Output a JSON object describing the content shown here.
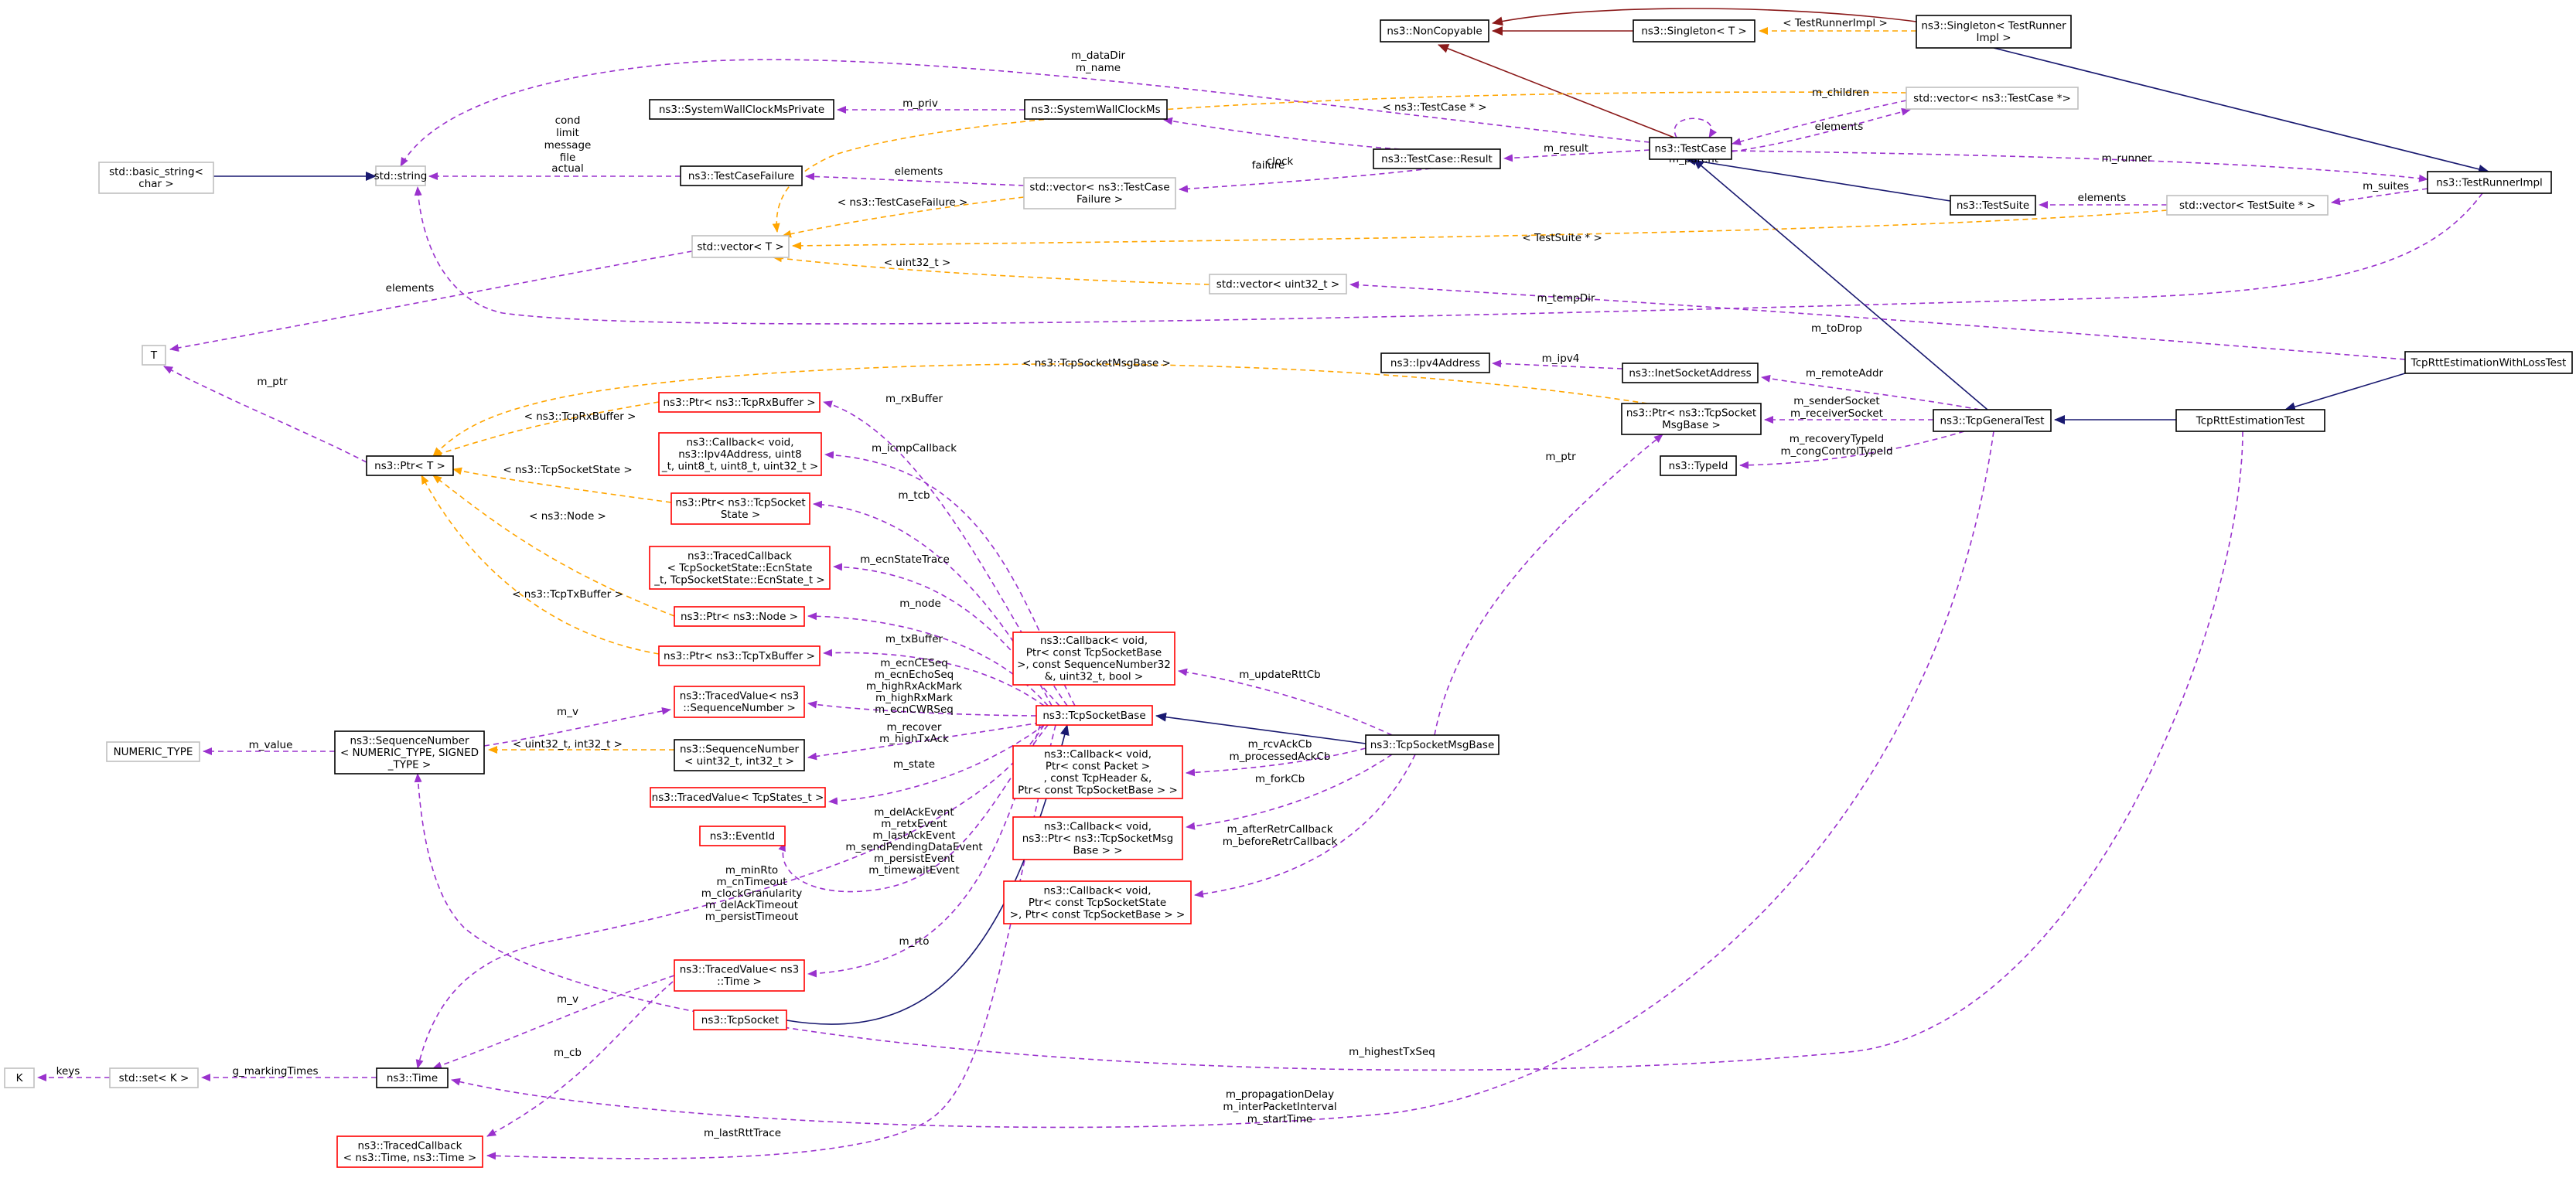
{
  "colors": {
    "normal_border": "#000000",
    "undocumented_border": "#bfbfbf",
    "truncated_border": "#ff0000",
    "focus_fill": "#bfbfbf",
    "inherit_edge": "#191970",
    "private_inherit_edge": "#8b1a1a",
    "usage_edge": "#9a32cd",
    "template_edge": "#ffa500"
  },
  "nodes": [
    {
      "id": "noncopyable",
      "lines": [
        "ns3::NonCopyable"
      ],
      "style": "normal"
    },
    {
      "id": "singleton_t",
      "lines": [
        "ns3::Singleton< T >"
      ],
      "style": "normal"
    },
    {
      "id": "singleton_runner",
      "lines": [
        "ns3::Singleton< TestRunner",
        "Impl >"
      ],
      "style": "normal"
    },
    {
      "id": "sysclock_private",
      "lines": [
        "ns3::SystemWallClockMsPrivate"
      ],
      "style": "normal"
    },
    {
      "id": "sysclock",
      "lines": [
        "ns3::SystemWallClockMs"
      ],
      "style": "normal"
    },
    {
      "id": "vector_testcase",
      "lines": [
        "std::vector< ns3::TestCase *>"
      ],
      "style": "undocumented"
    },
    {
      "id": "basic_string",
      "lines": [
        "std::basic_string<",
        "char >"
      ],
      "style": "undocumented"
    },
    {
      "id": "std_string",
      "lines": [
        "std::string"
      ],
      "style": "undocumented"
    },
    {
      "id": "testcasefailure",
      "lines": [
        "ns3::TestCaseFailure"
      ],
      "style": "normal"
    },
    {
      "id": "testcase_result",
      "lines": [
        "ns3::TestCase::Result"
      ],
      "style": "normal"
    },
    {
      "id": "testcase",
      "lines": [
        "ns3::TestCase"
      ],
      "style": "normal"
    },
    {
      "id": "vector_failure",
      "lines": [
        "std::vector< ns3::TestCase",
        "Failure >"
      ],
      "style": "undocumented"
    },
    {
      "id": "vector_t",
      "lines": [
        "std::vector< T >"
      ],
      "style": "undocumented"
    },
    {
      "id": "testsuite",
      "lines": [
        "ns3::TestSuite"
      ],
      "style": "normal"
    },
    {
      "id": "vector_testsuite",
      "lines": [
        "std::vector< TestSuite * >"
      ],
      "style": "undocumented"
    },
    {
      "id": "testrunnerimpl",
      "lines": [
        "ns3::TestRunnerImpl"
      ],
      "style": "normal"
    },
    {
      "id": "vector_uint32",
      "lines": [
        "std::vector< uint32_t >"
      ],
      "style": "undocumented"
    },
    {
      "id": "type_t",
      "lines": [
        "T"
      ],
      "style": "undocumented"
    },
    {
      "id": "ipv4address",
      "lines": [
        "ns3::Ipv4Address"
      ],
      "style": "normal"
    },
    {
      "id": "inetsocketaddress",
      "lines": [
        "ns3::InetSocketAddress"
      ],
      "style": "normal"
    },
    {
      "id": "ptr_msgbase",
      "lines": [
        "ns3::Ptr< ns3::TcpSocket",
        "MsgBase >"
      ],
      "style": "normal"
    },
    {
      "id": "tcpgeneraltest",
      "lines": [
        "ns3::TcpGeneralTest"
      ],
      "style": "normal"
    },
    {
      "id": "rttest",
      "lines": [
        "TcpRttEstimationTest"
      ],
      "style": "normal"
    },
    {
      "id": "rttlosstest",
      "lines": [
        "TcpRttEstimationWithLossTest"
      ],
      "style": "focus"
    },
    {
      "id": "typeid",
      "lines": [
        "ns3::TypeId"
      ],
      "style": "normal"
    },
    {
      "id": "ptr_t",
      "lines": [
        "ns3::Ptr< T >"
      ],
      "style": "normal"
    },
    {
      "id": "ptr_rxbuffer",
      "lines": [
        "ns3::Ptr< ns3::TcpRxBuffer >"
      ],
      "style": "truncated"
    },
    {
      "id": "icmp_cb",
      "lines": [
        "ns3::Callback< void,",
        "ns3::Ipv4Address, uint8",
        "_t, uint8_t, uint8_t, uint32_t >"
      ],
      "style": "truncated"
    },
    {
      "id": "ptr_sockstate",
      "lines": [
        "ns3::Ptr< ns3::TcpSocket",
        "State >"
      ],
      "style": "truncated"
    },
    {
      "id": "traced_ecn",
      "lines": [
        "ns3::TracedCallback",
        "< TcpSocketState::EcnState",
        "_t, TcpSocketState::EcnState_t >"
      ],
      "style": "truncated"
    },
    {
      "id": "ptr_node",
      "lines": [
        "ns3::Ptr< ns3::Node >"
      ],
      "style": "truncated"
    },
    {
      "id": "ptr_txbuffer",
      "lines": [
        "ns3::Ptr< ns3::TcpTxBuffer >"
      ],
      "style": "truncated"
    },
    {
      "id": "cb_updatertt",
      "lines": [
        "ns3::Callback< void,",
        "Ptr< const TcpSocketBase",
        ">, const SequenceNumber32",
        "&, uint32_t, bool >"
      ],
      "style": "truncated"
    },
    {
      "id": "traced_seqnum",
      "lines": [
        "ns3::TracedValue< ns3",
        "::SequenceNumber >"
      ],
      "style": "truncated"
    },
    {
      "id": "tcpsocketbase",
      "lines": [
        "ns3::TcpSocketBase"
      ],
      "style": "truncated"
    },
    {
      "id": "numeric_type",
      "lines": [
        "NUMERIC_TYPE"
      ],
      "style": "undocumented"
    },
    {
      "id": "seqnum_generic",
      "lines": [
        "ns3::SequenceNumber",
        "< NUMERIC_TYPE, SIGNED",
        "_TYPE >"
      ],
      "style": "normal"
    },
    {
      "id": "seqnum_uint",
      "lines": [
        "ns3::SequenceNumber",
        "< uint32_t, int32_t >"
      ],
      "style": "normal"
    },
    {
      "id": "tcpsocketmsgbase",
      "lines": [
        "ns3::TcpSocketMsgBase"
      ],
      "style": "normal"
    },
    {
      "id": "cb_packet",
      "lines": [
        "ns3::Callback< void,",
        "Ptr< const Packet >",
        ", const TcpHeader &,",
        "Ptr< const TcpSocketBase > >"
      ],
      "style": "truncated"
    },
    {
      "id": "traced_states",
      "lines": [
        "ns3::TracedValue< TcpStates_t >"
      ],
      "style": "truncated"
    },
    {
      "id": "eventid",
      "lines": [
        "ns3::EventId"
      ],
      "style": "truncated"
    },
    {
      "id": "cb_fork",
      "lines": [
        "ns3::Callback< void,",
        "ns3::Ptr< ns3::TcpSocketMsg",
        "Base > >"
      ],
      "style": "truncated"
    },
    {
      "id": "cb_retr",
      "lines": [
        "ns3::Callback< void,",
        "Ptr< const TcpSocketState",
        ">, Ptr< const TcpSocketBase > >"
      ],
      "style": "truncated"
    },
    {
      "id": "traced_time",
      "lines": [
        "ns3::TracedValue< ns3",
        "::Time >"
      ],
      "style": "truncated"
    },
    {
      "id": "tcpsocket",
      "lines": [
        "ns3::TcpSocket"
      ],
      "style": "truncated"
    },
    {
      "id": "type_k",
      "lines": [
        "K"
      ],
      "style": "undocumented"
    },
    {
      "id": "set_k",
      "lines": [
        "std::set< K >"
      ],
      "style": "undocumented"
    },
    {
      "id": "time",
      "lines": [
        "ns3::Time"
      ],
      "style": "normal"
    },
    {
      "id": "traced_cb_time",
      "lines": [
        "ns3::TracedCallback",
        "< ns3::Time, ns3::Time >"
      ],
      "style": "truncated"
    }
  ],
  "edges": [
    {
      "id": "e_singleton_t_noncopyable",
      "kind": "private_inherit",
      "lines": []
    },
    {
      "id": "e_singletonrunner_noncopyable",
      "kind": "private_inherit",
      "lines": []
    },
    {
      "id": "e_singletont_singletonrunner",
      "kind": "template",
      "lines": [
        "< TestRunnerImpl >"
      ]
    },
    {
      "id": "e_testcase_noncopyable",
      "kind": "private_inherit",
      "lines": []
    },
    {
      "id": "e_singletonrunner_runnerimpl",
      "kind": "inherit",
      "lines": []
    },
    {
      "id": "e_basicstring_stdstring",
      "kind": "inherit",
      "lines": []
    },
    {
      "id": "e_sysclockpriv_sysclock",
      "kind": "usage",
      "lines": [
        "m_priv"
      ]
    },
    {
      "id": "e_sysclock_result",
      "kind": "usage",
      "lines": [
        "clock"
      ]
    },
    {
      "id": "e_result_testcase",
      "kind": "usage",
      "lines": [
        "m_result"
      ]
    },
    {
      "id": "e_stdstring_testcase",
      "kind": "usage",
      "lines": [
        "m_dataDir",
        "m_name"
      ]
    },
    {
      "id": "e_testcase_parent",
      "kind": "usage",
      "lines": [
        "m_parent"
      ]
    },
    {
      "id": "e_vectortestcase_testcase",
      "kind": "usage",
      "lines": [
        "m_children"
      ]
    },
    {
      "id": "e_testcase_vectortestcase",
      "kind": "usage",
      "lines": [
        "elements"
      ]
    },
    {
      "id": "e_vectort_vectortestcase",
      "kind": "template",
      "lines": [
        "< ns3::TestCase * >"
      ]
    },
    {
      "id": "e_stdstring_failure",
      "kind": "usage",
      "lines": [
        "cond",
        "limit",
        "message",
        "file",
        "actual"
      ]
    },
    {
      "id": "e_failure_vectorfailure",
      "kind": "usage",
      "lines": [
        "elements"
      ]
    },
    {
      "id": "e_vectorfailure_result",
      "kind": "usage",
      "lines": [
        "failure"
      ]
    },
    {
      "id": "e_vectort_vectorfailure",
      "kind": "template",
      "lines": [
        "< ns3::TestCaseFailure >"
      ]
    },
    {
      "id": "e_testcase_runnerimpl",
      "kind": "usage",
      "lines": [
        "m_runner"
      ]
    },
    {
      "id": "e_testcase_testsuite",
      "kind": "inherit",
      "lines": []
    },
    {
      "id": "e_testsuite_vectortestsuite",
      "kind": "usage",
      "lines": [
        "elements"
      ]
    },
    {
      "id": "e_vectortestsuite_runnerimpl",
      "kind": "usage",
      "lines": [
        "m_suites"
      ]
    },
    {
      "id": "e_vectort_vectortestsuite",
      "kind": "template",
      "lines": [
        "< TestSuite * >"
      ]
    },
    {
      "id": "e_vectort_vectoruint",
      "kind": "template",
      "lines": [
        "< uint32_t >"
      ]
    },
    {
      "id": "e_stdstring_runnerimpl",
      "kind": "usage",
      "lines": [
        "m_tempDir"
      ]
    },
    {
      "id": "e_t_vectort",
      "kind": "usage",
      "lines": [
        "elements"
      ]
    },
    {
      "id": "e_vectoruint_lossTest",
      "kind": "usage",
      "lines": [
        "m_toDrop"
      ]
    },
    {
      "id": "e_t_ptrt",
      "kind": "usage",
      "lines": [
        "m_ptr"
      ]
    },
    {
      "id": "e_ipv4_inet",
      "kind": "usage",
      "lines": [
        "m_ipv4"
      ]
    },
    {
      "id": "e_inet_general",
      "kind": "usage",
      "lines": [
        "m_remoteAddr"
      ]
    },
    {
      "id": "e_ptrmsgbase_general",
      "kind": "usage",
      "lines": [
        "m_senderSocket",
        "m_receiverSocket"
      ]
    },
    {
      "id": "e_typeid_general",
      "kind": "usage",
      "lines": [
        "m_recoveryTypeId",
        "m_congControlTypeId"
      ]
    },
    {
      "id": "e_testcase_general",
      "kind": "inherit",
      "lines": []
    },
    {
      "id": "e_general_rttest",
      "kind": "inherit",
      "lines": []
    },
    {
      "id": "e_rttest_losstest",
      "kind": "inherit",
      "lines": []
    },
    {
      "id": "e_ptrt_ptrmsgbase",
      "kind": "template",
      "lines": [
        "< ns3::TcpSocketMsgBase >"
      ]
    },
    {
      "id": "e_msgbase_ptrmsgbase",
      "kind": "usage",
      "lines": [
        "m_ptr"
      ]
    },
    {
      "id": "e_ptrt_rxbuffer",
      "kind": "template",
      "lines": [
        "< ns3::TcpRxBuffer >"
      ]
    },
    {
      "id": "e_ptrt_sockstate",
      "kind": "template",
      "lines": [
        "< ns3::TcpSocketState >"
      ]
    },
    {
      "id": "e_ptrt_node",
      "kind": "template",
      "lines": [
        "< ns3::Node >"
      ]
    },
    {
      "id": "e_ptrt_txbuffer",
      "kind": "template",
      "lines": [
        "< ns3::TcpTxBuffer >"
      ]
    },
    {
      "id": "e_rxbuffer_base",
      "kind": "usage",
      "lines": [
        "m_rxBuffer"
      ]
    },
    {
      "id": "e_icmp_base",
      "kind": "usage",
      "lines": [
        "m_icmpCallback"
      ]
    },
    {
      "id": "e_sockstate_base",
      "kind": "usage",
      "lines": [
        "m_tcb"
      ]
    },
    {
      "id": "e_ecn_base",
      "kind": "usage",
      "lines": [
        "m_ecnStateTrace"
      ]
    },
    {
      "id": "e_node_base",
      "kind": "usage",
      "lines": [
        "m_node"
      ]
    },
    {
      "id": "e_txbuffer_base",
      "kind": "usage",
      "lines": [
        "m_txBuffer"
      ]
    },
    {
      "id": "e_tracedseq_base",
      "kind": "usage",
      "lines": [
        "m_ecnCESeq",
        "m_ecnEchoSeq",
        "m_highRxAckMark",
        "m_highRxMark",
        "m_ecnCWRSeq"
      ]
    },
    {
      "id": "e_seqgeneric_tracedseq",
      "kind": "usage",
      "lines": [
        "m_v"
      ]
    },
    {
      "id": "e_numeric_seqgeneric",
      "kind": "usage",
      "lines": [
        "m_value"
      ]
    },
    {
      "id": "e_seqgeneric_sequint",
      "kind": "template",
      "lines": [
        "< uint32_t, int32_t >"
      ]
    },
    {
      "id": "e_sequint_base",
      "kind": "usage",
      "lines": [
        "m_recover",
        "m_highTxAck"
      ]
    },
    {
      "id": "e_states_base",
      "kind": "usage",
      "lines": [
        "m_state"
      ]
    },
    {
      "id": "e_eventid_base",
      "kind": "usage",
      "lines": [
        "m_delAckEvent",
        "m_retxEvent",
        "m_lastAckEvent",
        "m_sendPendingDataEvent",
        "m_persistEvent",
        "m_timewaitEvent"
      ]
    },
    {
      "id": "e_time_base",
      "kind": "usage",
      "lines": [
        "m_minRto",
        "m_cnTimeout",
        "m_clockGranularity",
        "m_delAckTimeout",
        "m_persistTimeout"
      ]
    },
    {
      "id": "e_tracedtime_base",
      "kind": "usage",
      "lines": [
        "m_rto"
      ]
    },
    {
      "id": "e_tracedcbtime_base",
      "kind": "usage",
      "lines": [
        "m_lastRttTrace"
      ]
    },
    {
      "id": "e_tcpsocket_base",
      "kind": "inherit",
      "lines": []
    },
    {
      "id": "e_base_msgbase",
      "kind": "inherit",
      "lines": []
    },
    {
      "id": "e_updatertt_msgbase",
      "kind": "usage",
      "lines": [
        "m_updateRttCb"
      ]
    },
    {
      "id": "e_cbpacket_msgbase",
      "kind": "usage",
      "lines": [
        "m_rcvAckCb",
        "m_processedAckCb"
      ]
    },
    {
      "id": "e_cbfork_msgbase",
      "kind": "usage",
      "lines": [
        "m_forkCb"
      ]
    },
    {
      "id": "e_cbretr_msgbase",
      "kind": "usage",
      "lines": [
        "m_afterRetrCallback",
        "m_beforeRetrCallback"
      ]
    },
    {
      "id": "e_time_tracedtime",
      "kind": "usage",
      "lines": [
        "m_v"
      ]
    },
    {
      "id": "e_time_tracedcbtime",
      "kind": "usage",
      "lines": [
        "m_cb"
      ]
    },
    {
      "id": "e_k_setk",
      "kind": "usage",
      "lines": [
        "keys"
      ]
    },
    {
      "id": "e_setk_time",
      "kind": "usage",
      "lines": [
        "g_markingTimes"
      ]
    },
    {
      "id": "e_seqgeneric_rttest",
      "kind": "usage",
      "lines": [
        "m_highestTxSeq"
      ]
    },
    {
      "id": "e_time_general",
      "kind": "usage",
      "lines": [
        "m_propagationDelay",
        "m_interPacketInterval",
        "m_startTime"
      ]
    }
  ]
}
